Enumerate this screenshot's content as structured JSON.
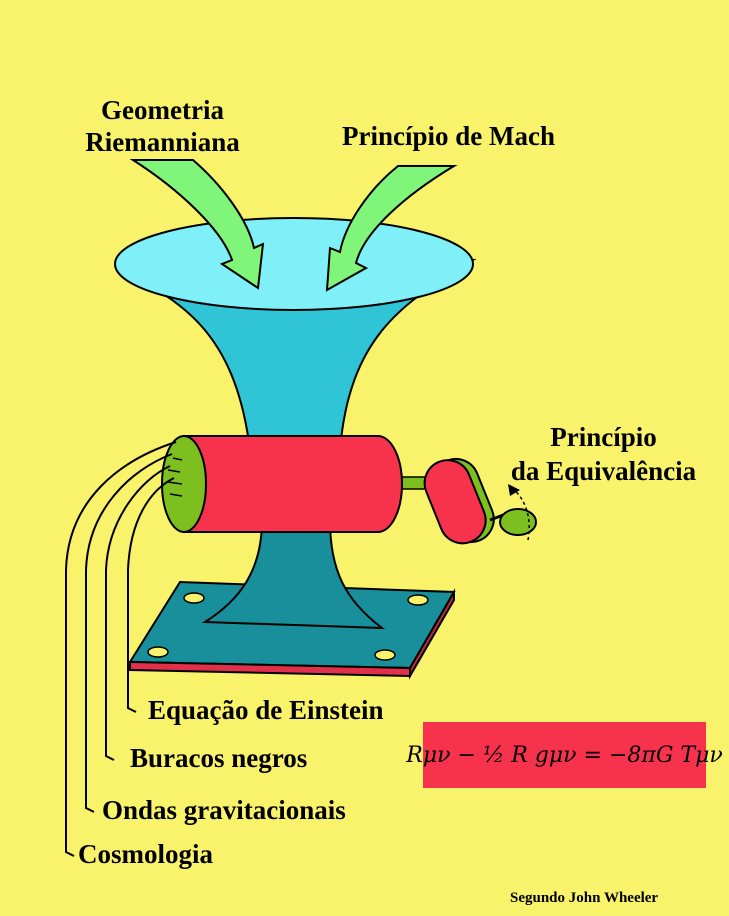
{
  "labels": {
    "geometria": "Geometria\nRiemanniana",
    "mach": "Princípio de Mach",
    "equivalencia": "Princípio\nda Equivalência",
    "einstein": "Equação de Einstein",
    "buracos": "Buracos negros",
    "ondas": "Ondas gravitacionais",
    "cosmologia": "Cosmologia",
    "credit": "Segundo John Wheeler"
  },
  "formula": "Rμν − ½ R gμν = −8πG Tμν",
  "colors": {
    "background": "#f9f26b",
    "funnel": "#2fc4d6",
    "funnel_top": "#7ff0f8",
    "cylinder": "#f7324d",
    "end_cap": "#7dbf1e",
    "base": "#188f9a",
    "arrow": "#7ff57a",
    "formula_box": "#f7324d"
  }
}
